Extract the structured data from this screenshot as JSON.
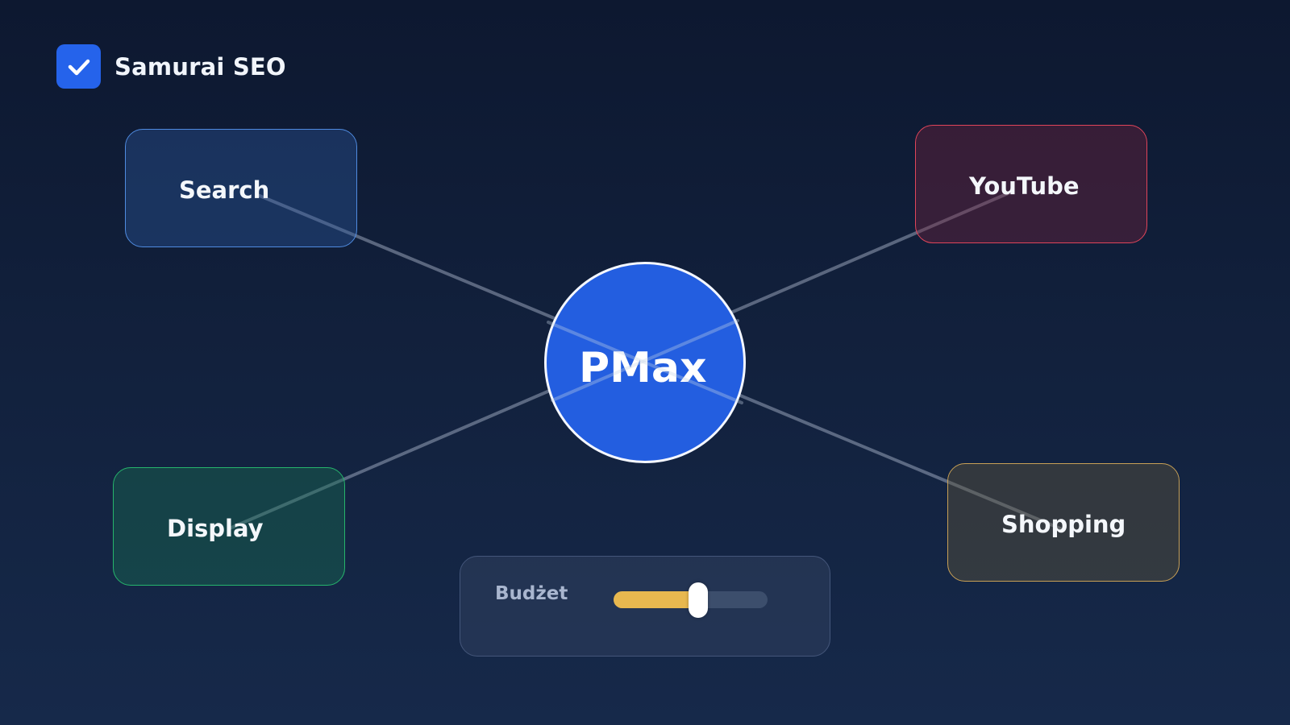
{
  "brand": {
    "name": "Samurai SEO",
    "icon": "check-icon",
    "icon_color": "#2563eb"
  },
  "hub": {
    "label": "PMax",
    "color": "#235ee0"
  },
  "channels": {
    "search": {
      "label": "Search",
      "accent": "#4f8be0"
    },
    "youtube": {
      "label": "YouTube",
      "accent": "#e0455a"
    },
    "display": {
      "label": "Display",
      "accent": "#26b56c"
    },
    "shopping": {
      "label": "Shopping",
      "accent": "#c8a055"
    }
  },
  "budget": {
    "label": "Budżet",
    "level": 0.55,
    "fill_color": "#e8b84f"
  }
}
